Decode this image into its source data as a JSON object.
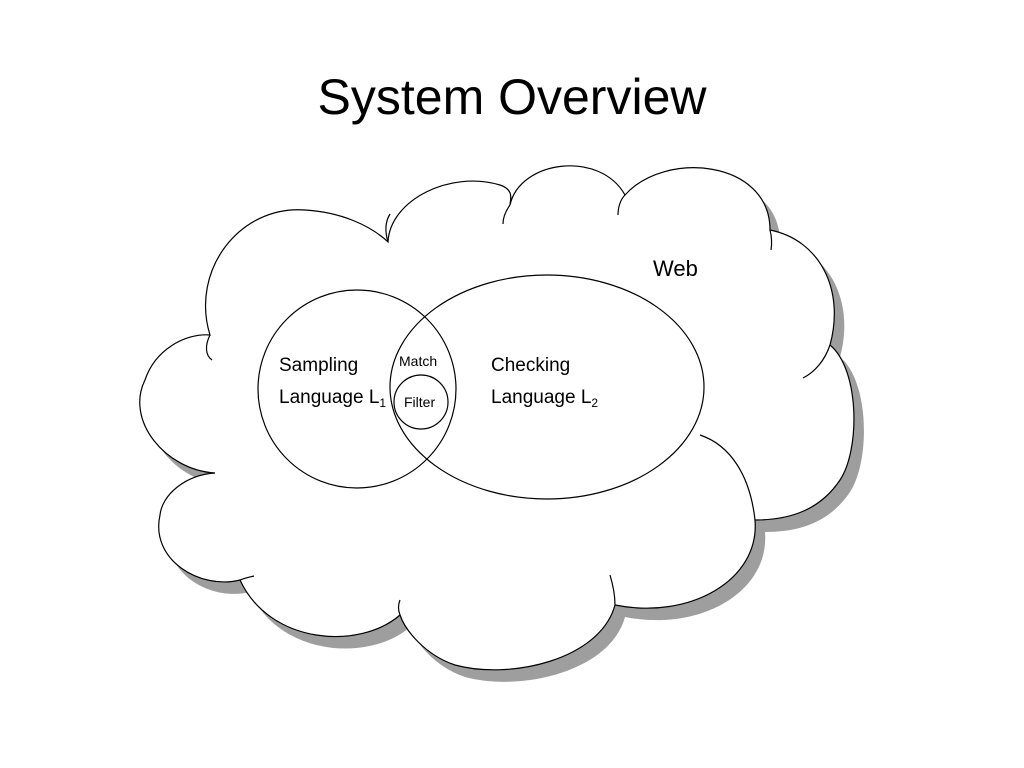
{
  "slide": {
    "title": "System Overview"
  },
  "diagram": {
    "cloud_label": "Web",
    "left_circle": {
      "line1": "Sampling",
      "line2": "Language L",
      "subscript": "1"
    },
    "right_ellipse": {
      "line1": "Checking",
      "line2": "Language L",
      "subscript": "2"
    },
    "intersection_label": "Match",
    "inner_circle_label": "Filter"
  },
  "colors": {
    "stroke": "#000000",
    "fill": "#ffffff",
    "shadow": "#9e9e9e"
  }
}
